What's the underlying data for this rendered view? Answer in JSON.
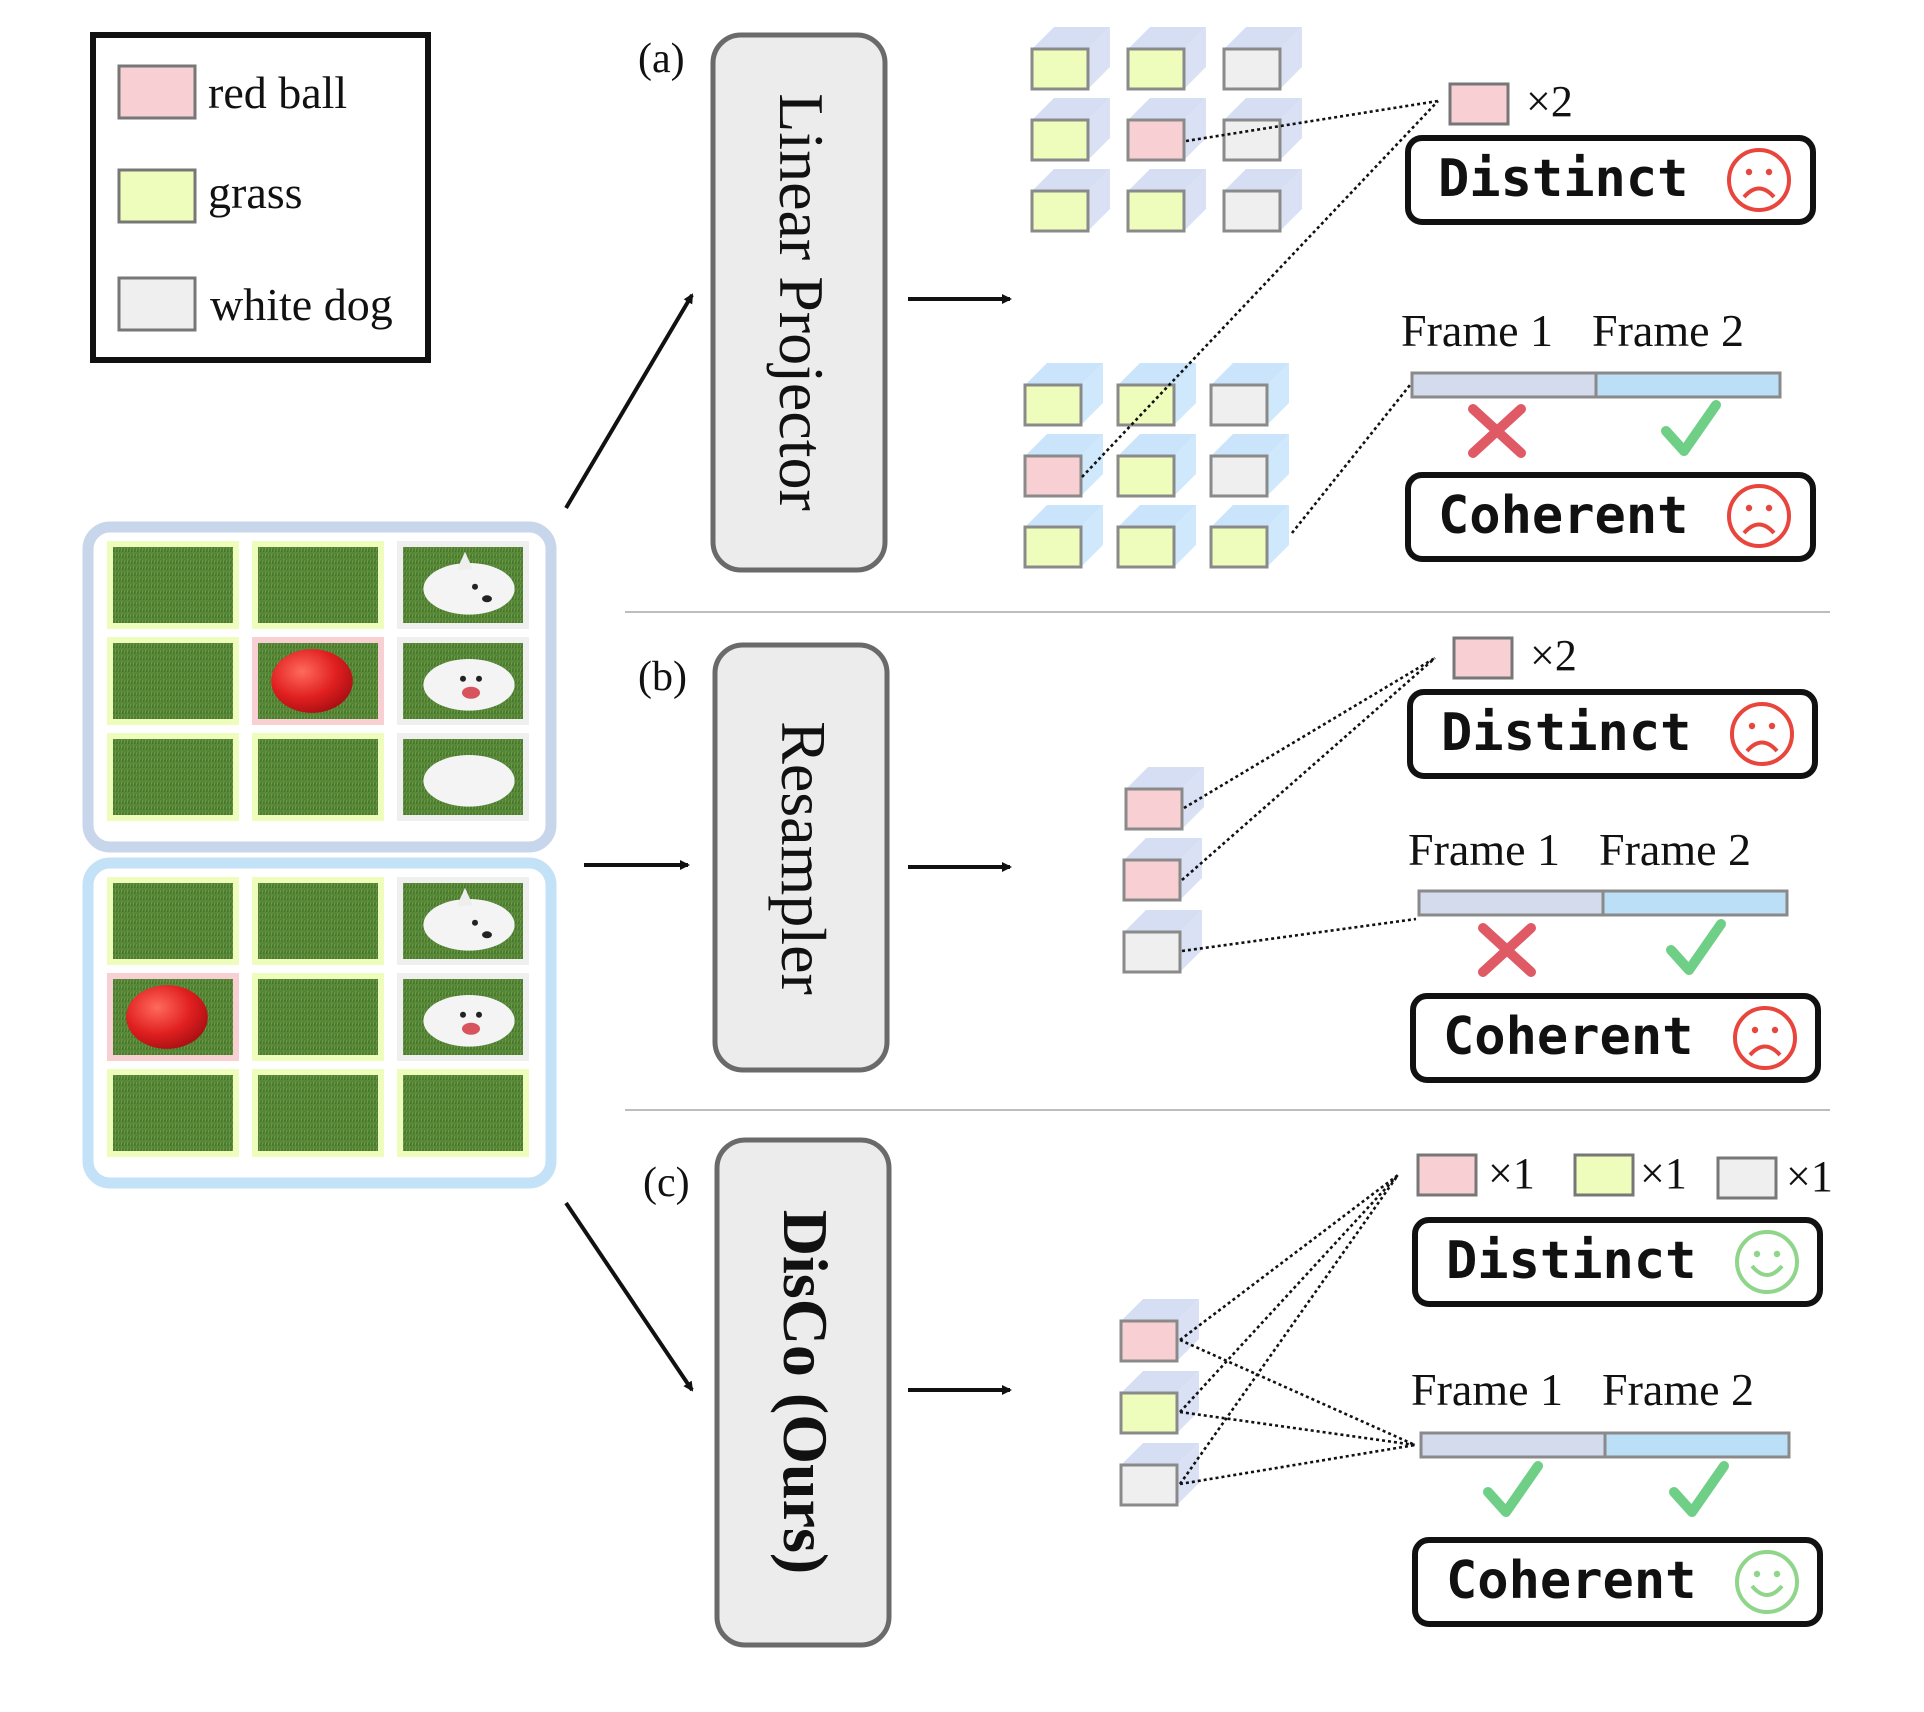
{
  "legend": {
    "items": [
      {
        "label": "red ball",
        "color": "#f8cfd2"
      },
      {
        "label": "grass",
        "color": "#eefcbc"
      },
      {
        "label": "white dog",
        "color": "#efefef"
      }
    ]
  },
  "frames": {
    "frame1_border": "#c8d6ec",
    "frame2_border": "#c3e2f8",
    "frame1_grid": [
      "grass",
      "grass",
      "white dog",
      "grass",
      "red ball",
      "white dog",
      "grass",
      "grass",
      "white dog"
    ],
    "frame2_grid": [
      "grass",
      "grass",
      "white dog",
      "red ball",
      "grass",
      "white dog",
      "grass",
      "grass",
      "grass"
    ]
  },
  "panels": {
    "a": {
      "label": "(a)",
      "module": "Linear Projector",
      "count_token": "×2",
      "distinct": "Distinct",
      "coherent": "Coherent",
      "frame1": "Frame 1",
      "frame2": "Frame 2",
      "frame1_mark": "cross",
      "frame2_mark": "check",
      "distinct_face": "sad",
      "coherent_face": "sad"
    },
    "b": {
      "label": "(b)",
      "module": "Resampler",
      "count_token": "×2",
      "distinct": "Distinct",
      "coherent": "Coherent",
      "frame1": "Frame 1",
      "frame2": "Frame 2",
      "frame1_mark": "cross",
      "frame2_mark": "check",
      "distinct_face": "sad",
      "coherent_face": "sad"
    },
    "c": {
      "label": "(c)",
      "module": "DisCo (Ours)",
      "counts": [
        "×1",
        "×1",
        "×1"
      ],
      "distinct": "Distinct",
      "coherent": "Coherent",
      "frame1": "Frame 1",
      "frame2": "Frame 2",
      "frame1_mark": "check",
      "frame2_mark": "check",
      "distinct_face": "happy",
      "coherent_face": "happy"
    }
  },
  "colors": {
    "red_ball": "#f8cfd2",
    "grass": "#eefcbc",
    "white_dog": "#efefef",
    "cube_side_1": "#d3dcf2",
    "cube_side_2": "#c7e4fb",
    "sad": "#e8453c",
    "happy": "#8fd58a",
    "cross": "#e05a66",
    "check": "#6fcf86",
    "bar_frame1": "#d4dbed",
    "bar_frame2": "#bcdff8"
  }
}
